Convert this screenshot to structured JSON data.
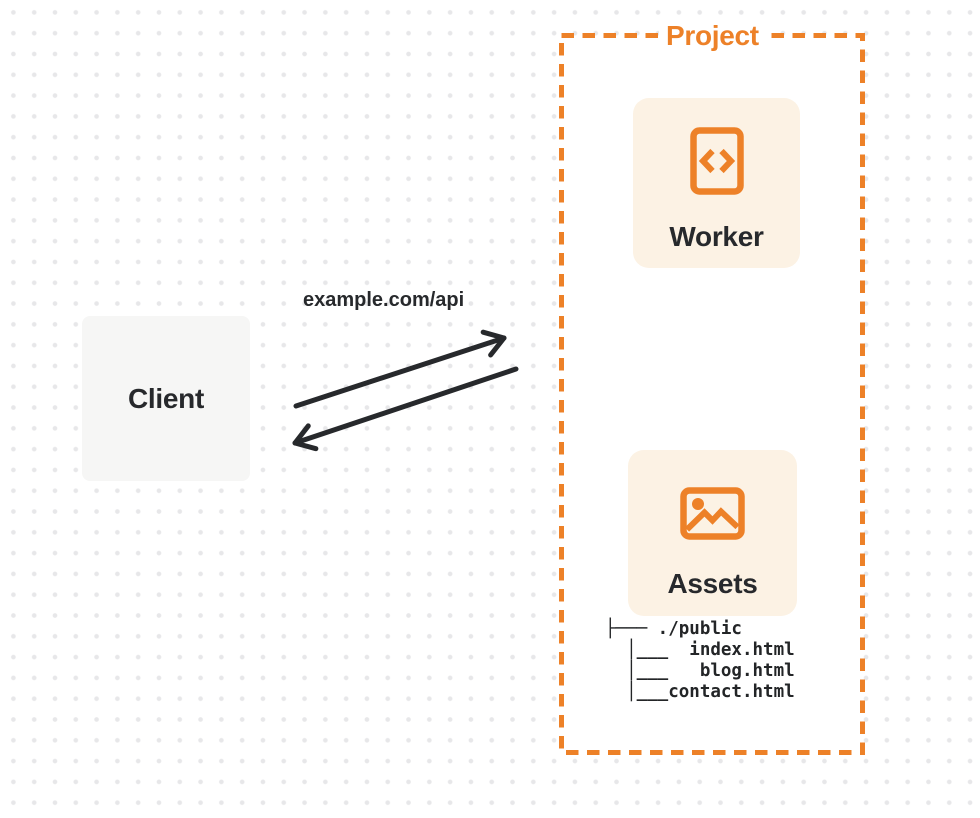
{
  "theme": {
    "orange": "#ED8128",
    "cream": "#FCF2E4",
    "ink": "#27292C",
    "card_gray": "#F6F6F5",
    "dot": "#E7E7E9",
    "canvas_bg": "#FFFFFF"
  },
  "client": {
    "label": "Client"
  },
  "connection": {
    "request_label": "example.com/api"
  },
  "project": {
    "label": "Project",
    "worker": {
      "label": "Worker",
      "icon": "code-document-icon"
    },
    "assets": {
      "label": "Assets",
      "icon": "image-icon",
      "file_tree": "├─── ./public\n  │___  index.html\n  │___   blog.html\n  │___contact.html"
    }
  }
}
